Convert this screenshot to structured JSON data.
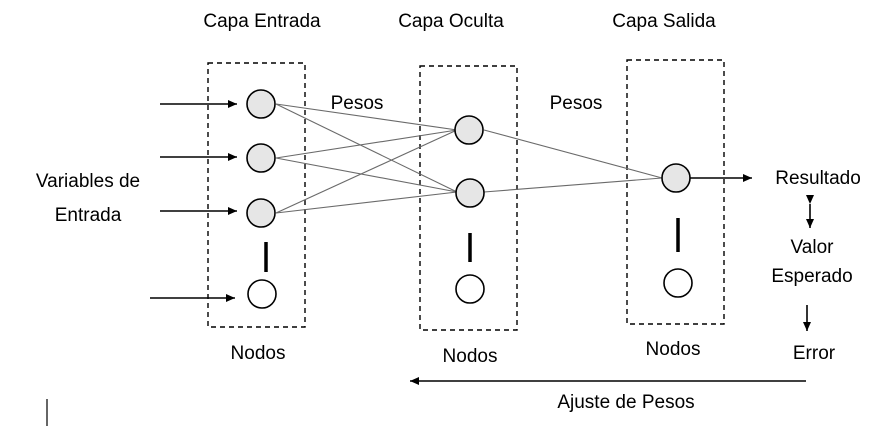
{
  "layers": {
    "input": {
      "title": "Capa Entrada",
      "caption": "Nodos"
    },
    "hidden": {
      "title": "Capa Oculta",
      "caption": "Nodos"
    },
    "output": {
      "title": "Capa Salida",
      "caption": "Nodos"
    }
  },
  "weights_labels": [
    "Pesos",
    "Pesos"
  ],
  "input_variables": {
    "line1": "Variables de",
    "line2": "Entrada"
  },
  "result_label": "Resultado",
  "expected_value": {
    "line1": "Valor",
    "line2": "Esperado"
  },
  "error_label": "Error",
  "weight_adjust_label": "Ajuste de Pesos"
}
